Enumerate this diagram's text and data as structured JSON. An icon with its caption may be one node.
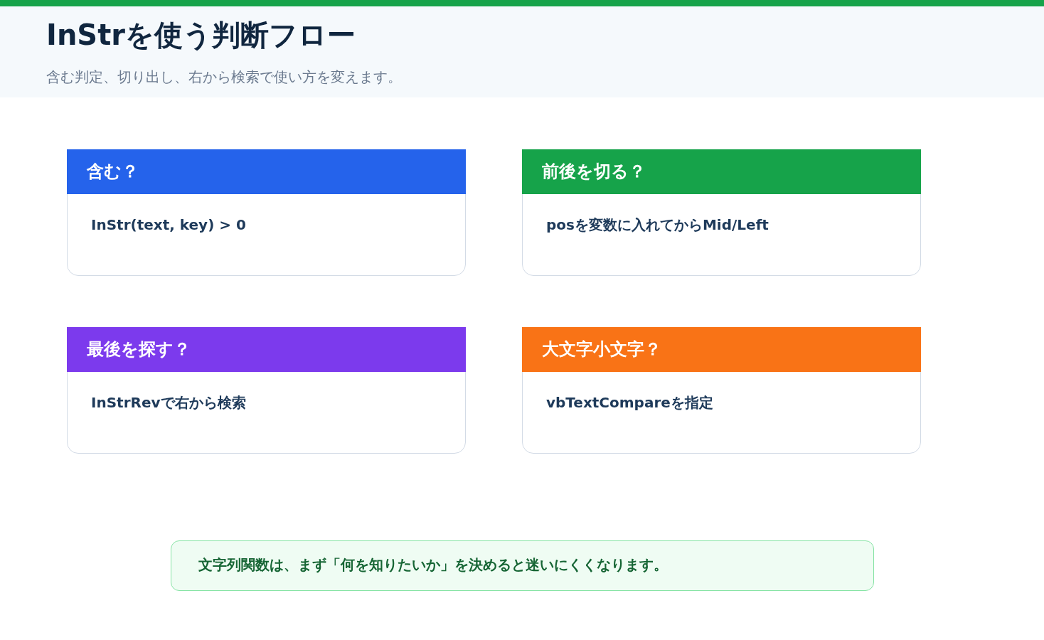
{
  "diagram": {
    "title": "InStrを使う判断フロー",
    "nodes": [
      {
        "text": [
          "含む？",
          "InStr(text, key) > 0"
        ]
      },
      {
        "text": [
          "前後を切る？",
          "posを変数に入れてからMid/Left"
        ]
      },
      {
        "text": [
          "最後を探す？",
          "InStrRevで右から検索"
        ]
      },
      {
        "text": [
          "大文字小文字？",
          "vbTextCompareを指定"
        ]
      },
      {
        "text": [
          "文字列関数は、まず「何を知りたいか」を決めると迷いにくくなります。"
        ]
      }
    ],
    "labels": [
      "含む判定、切り出し、右から検索で使い方を変えます。"
    ]
  }
}
